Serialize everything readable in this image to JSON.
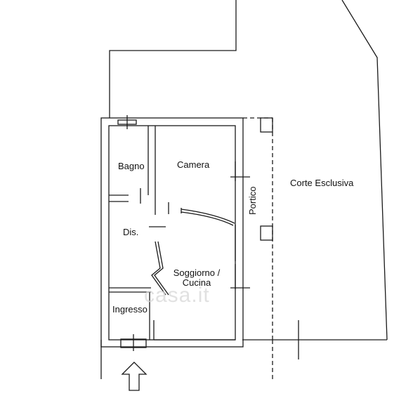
{
  "rooms": {
    "bagno": "Bagno",
    "camera": "Camera",
    "dis": "Dis.",
    "soggiorno_line1": "Soggiorno /",
    "soggiorno_line2": "Cucina",
    "ingresso": "Ingresso",
    "portico": "Portico",
    "corte": "Corte Esclusiva"
  },
  "watermark": "casa.it",
  "icons": {
    "entrance": "entrance-arrow-icon",
    "watermark_logo": "casa-logo-icon"
  },
  "colors": {
    "line": "#1a1a1a",
    "watermark": "#d8d8d8"
  }
}
